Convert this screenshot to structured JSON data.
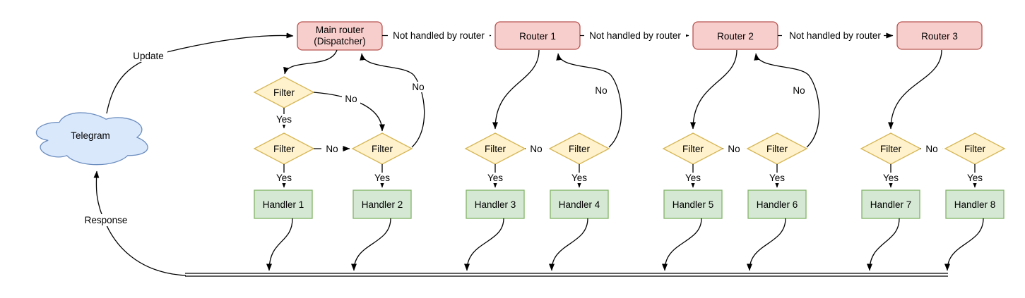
{
  "cloud": {
    "label": "Telegram"
  },
  "routers": {
    "main_line1": "Main router",
    "main_line2": "(Dispatcher)",
    "r1": "Router 1",
    "r2": "Router 2",
    "r3": "Router 3"
  },
  "handlers": [
    "Handler 1",
    "Handler 2",
    "Handler 3",
    "Handler 4",
    "Handler 5",
    "Handler 6",
    "Handler 7",
    "Handler 8"
  ],
  "labels": {
    "filter": "Filter",
    "yes": "Yes",
    "no": "No",
    "update": "Update",
    "response": "Response",
    "not_handled": "Not handled by router"
  },
  "colors": {
    "router_fill": "#f8cecc",
    "router_stroke": "#b85450",
    "filter_fill": "#fff2cc",
    "filter_stroke": "#d6b656",
    "handler_fill": "#d5e8d4",
    "handler_stroke": "#82b366",
    "cloud_fill": "#dae8fc",
    "cloud_stroke": "#6c8ebf",
    "edge": "#000000"
  }
}
